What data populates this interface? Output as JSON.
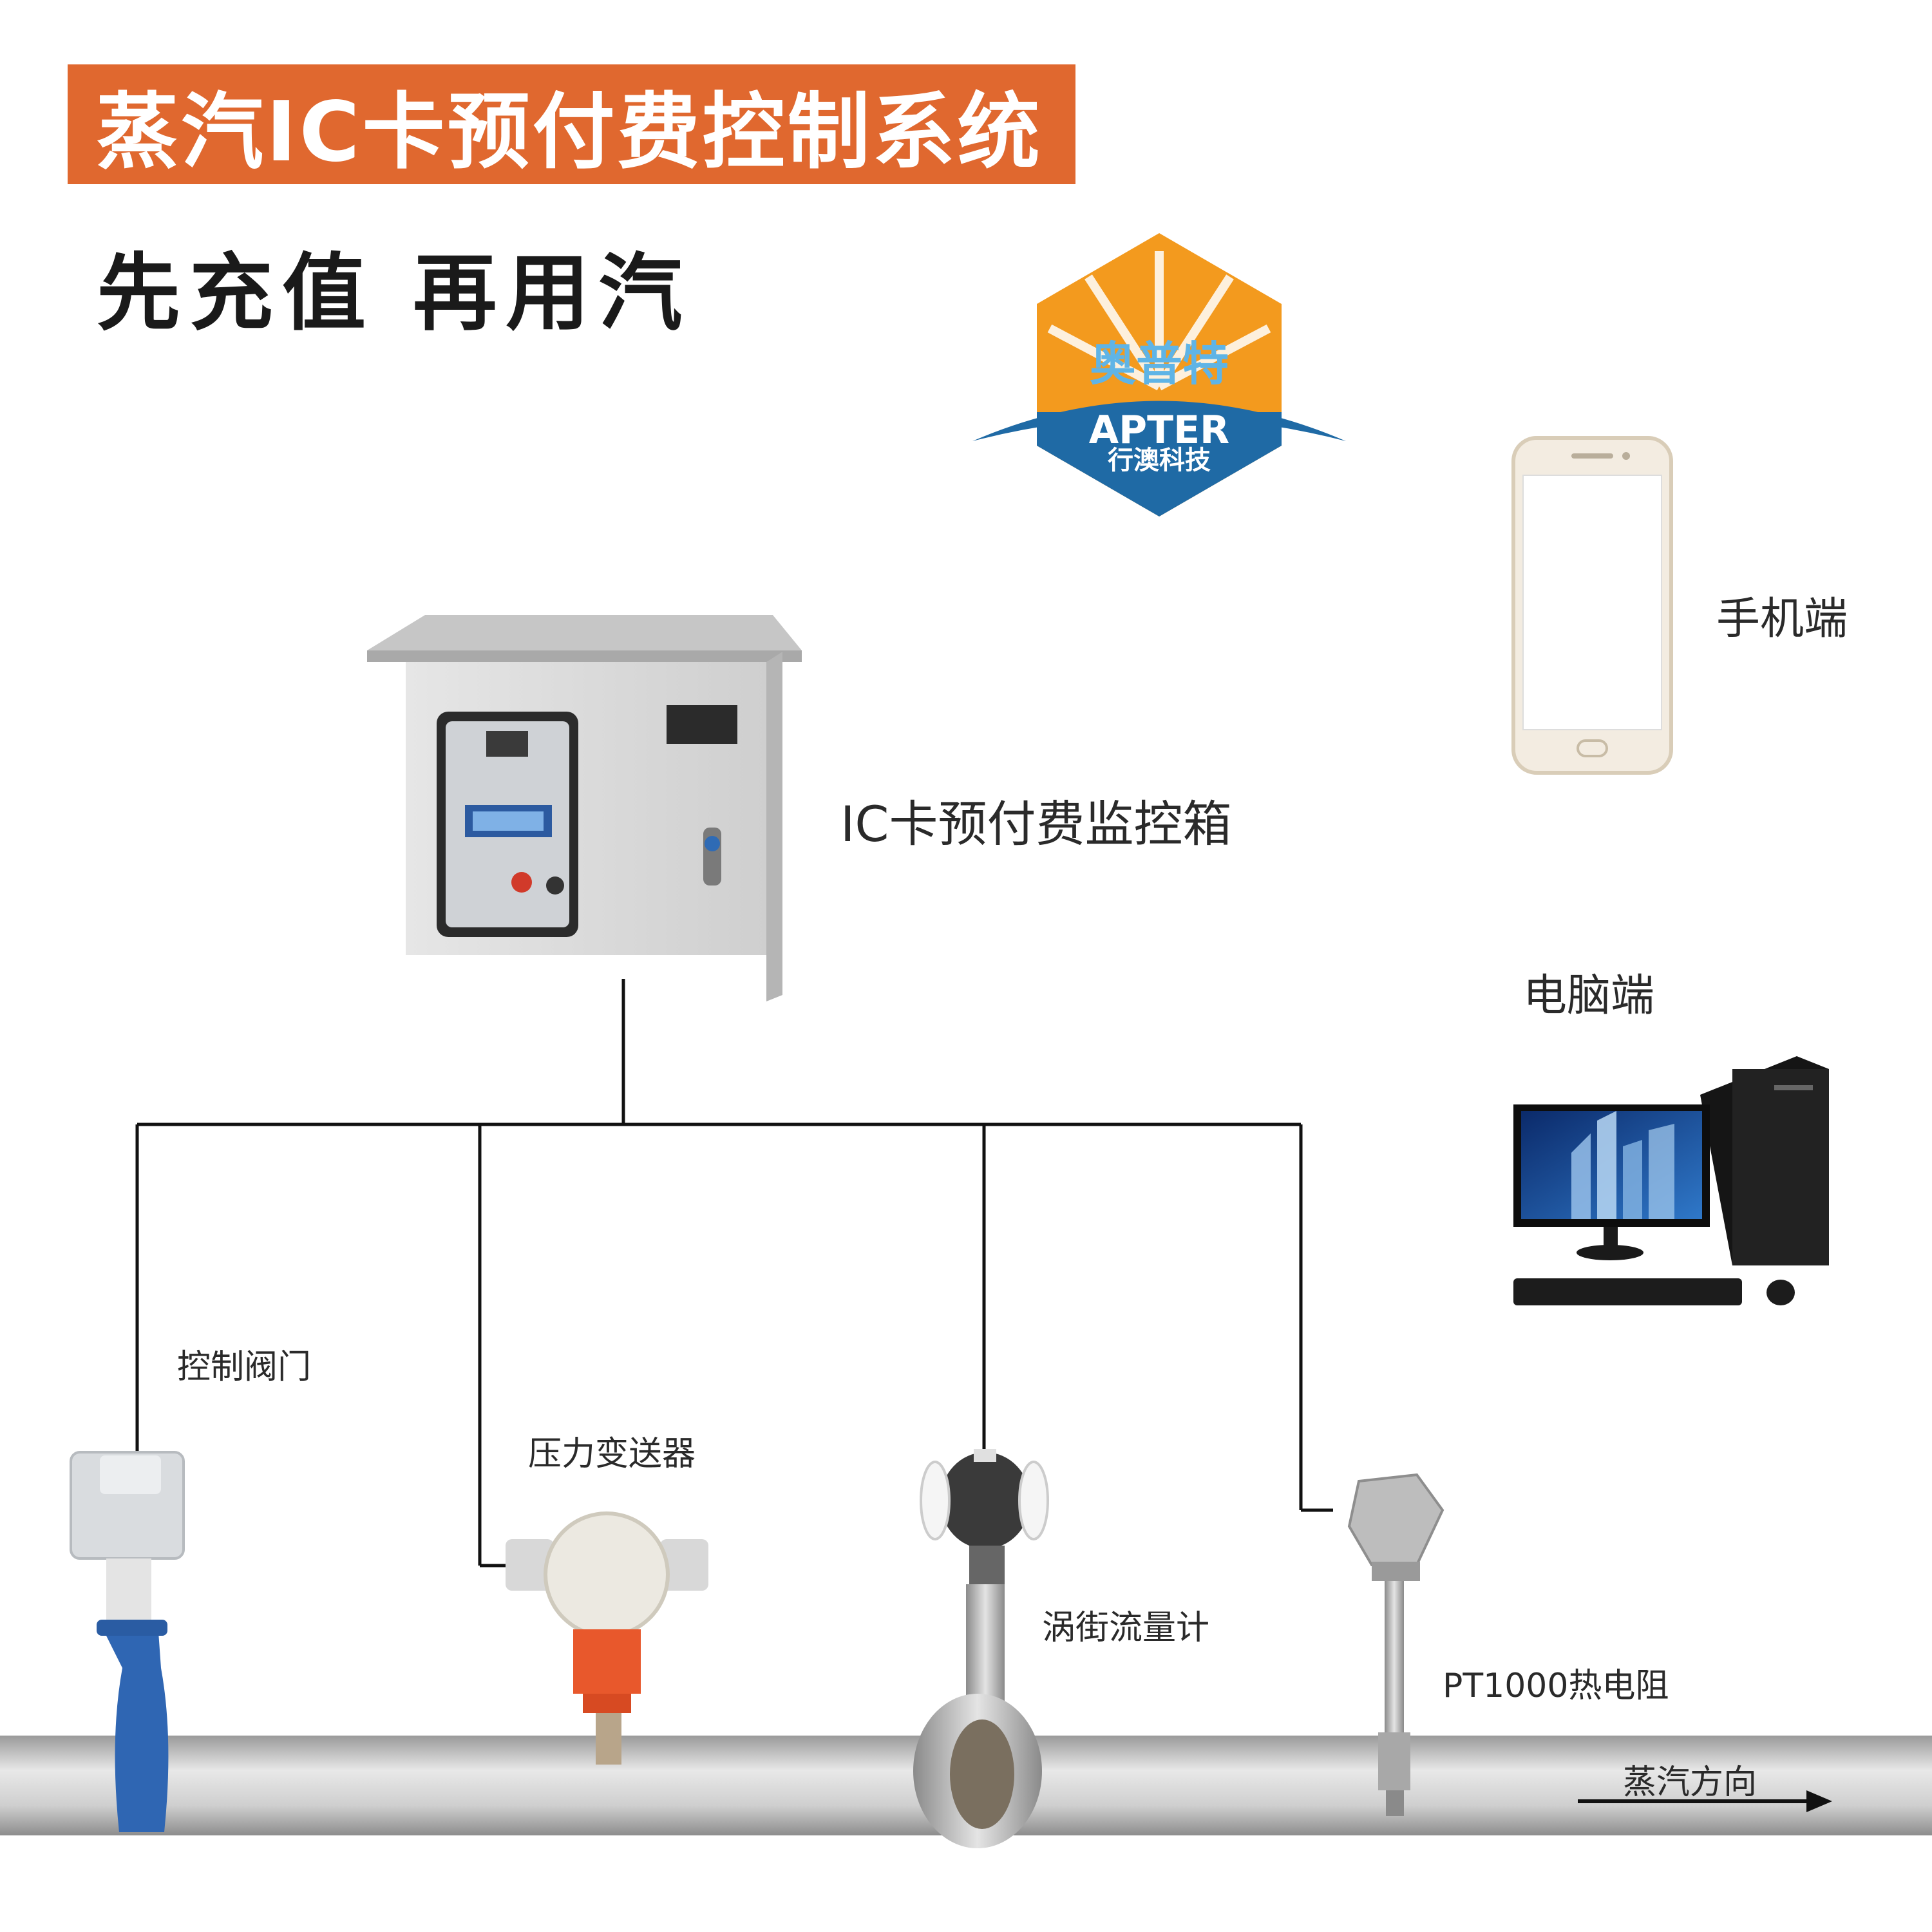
{
  "title": "蒸汽IC卡预付费控制系统",
  "subtitle": "先充值 再用汽",
  "logo": {
    "cn_brand": "奥普特",
    "en_brand": "APTER",
    "cn_sub": "行澳科技",
    "colors": {
      "orange": "#f39a1e",
      "blue": "#1f6aa5",
      "light_blue": "#5fb4e6"
    }
  },
  "labels": {
    "control_box": "IC卡预付费监控箱",
    "mobile": "手机端",
    "pc": "电脑端",
    "valve": "控制阀门",
    "pressure": "压力变送器",
    "flowmeter": "涡街流量计",
    "rtd": "PT1000热电阻",
    "steam_direction": "蒸汽方向"
  },
  "colors": {
    "banner": "#e0682f",
    "lines": "#111111",
    "pipe": "#c9c9c9"
  }
}
